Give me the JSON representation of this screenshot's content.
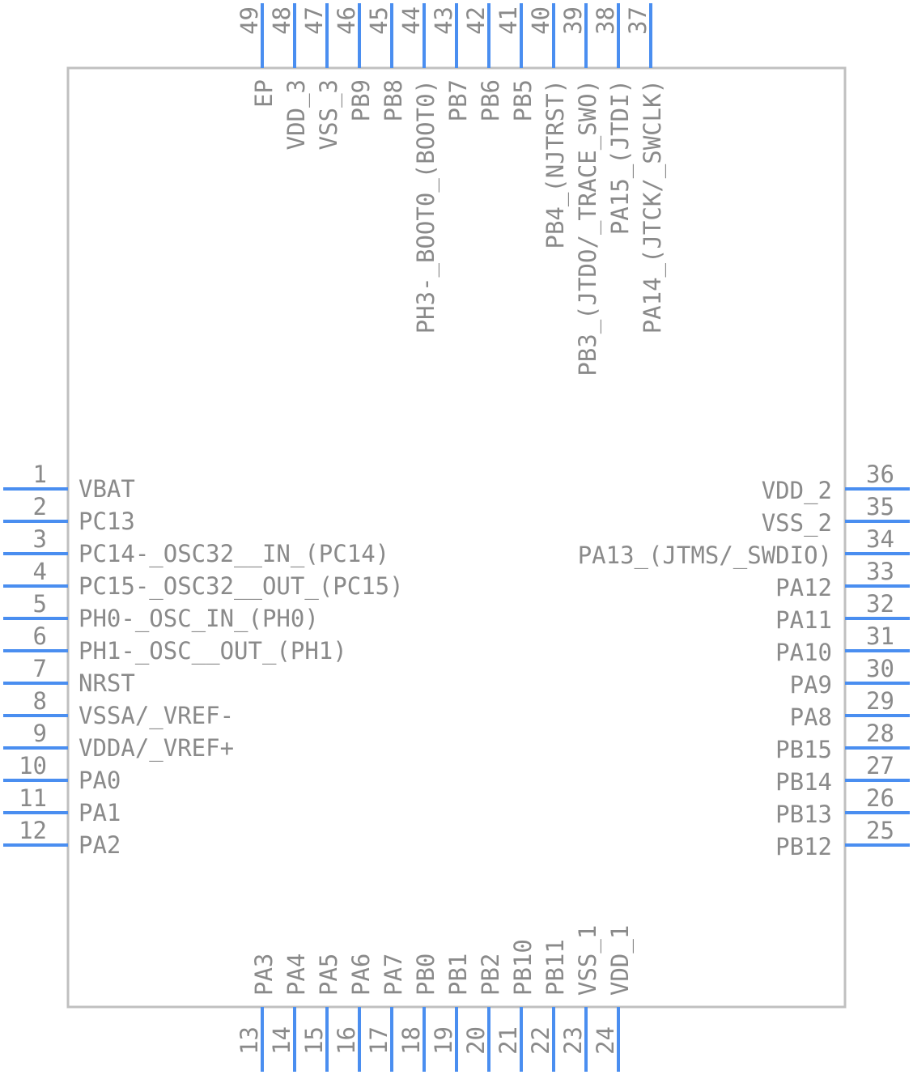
{
  "component": {
    "body_color": "#c0c0c0",
    "pin_color": "#4a8ef0",
    "text_color": "#8a8a8a",
    "left_pins": [
      {
        "num": "1",
        "name": "VBAT"
      },
      {
        "num": "2",
        "name": "PC13"
      },
      {
        "num": "3",
        "name": "PC14-_OSC32__IN_(PC14)"
      },
      {
        "num": "4",
        "name": "PC15-_OSC32__OUT_(PC15)"
      },
      {
        "num": "5",
        "name": "PH0-_OSC_IN_(PH0)"
      },
      {
        "num": "6",
        "name": "PH1-_OSC__OUT_(PH1)"
      },
      {
        "num": "7",
        "name": "NRST"
      },
      {
        "num": "8",
        "name": "VSSA/_VREF-"
      },
      {
        "num": "9",
        "name": "VDDA/_VREF+"
      },
      {
        "num": "10",
        "name": "PA0"
      },
      {
        "num": "11",
        "name": "PA1"
      },
      {
        "num": "12",
        "name": "PA2"
      }
    ],
    "bottom_pins": [
      {
        "num": "13",
        "name": "PA3"
      },
      {
        "num": "14",
        "name": "PA4"
      },
      {
        "num": "15",
        "name": "PA5"
      },
      {
        "num": "16",
        "name": "PA6"
      },
      {
        "num": "17",
        "name": "PA7"
      },
      {
        "num": "18",
        "name": "PB0"
      },
      {
        "num": "19",
        "name": "PB1"
      },
      {
        "num": "20",
        "name": "PB2"
      },
      {
        "num": "21",
        "name": "PB10"
      },
      {
        "num": "22",
        "name": "PB11"
      },
      {
        "num": "23",
        "name": "VSS_1"
      },
      {
        "num": "24",
        "name": "VDD_1"
      }
    ],
    "right_pins": [
      {
        "num": "36",
        "name": "VDD_2"
      },
      {
        "num": "35",
        "name": "VSS_2"
      },
      {
        "num": "34",
        "name": "PA13_(JTMS/_SWDIO)"
      },
      {
        "num": "33",
        "name": "PA12"
      },
      {
        "num": "32",
        "name": "PA11"
      },
      {
        "num": "31",
        "name": "PA10"
      },
      {
        "num": "30",
        "name": "PA9"
      },
      {
        "num": "29",
        "name": "PA8"
      },
      {
        "num": "28",
        "name": "PB15"
      },
      {
        "num": "27",
        "name": "PB14"
      },
      {
        "num": "26",
        "name": "PB13"
      },
      {
        "num": "25",
        "name": "PB12"
      }
    ],
    "top_pins": [
      {
        "num": "49",
        "name": "EP"
      },
      {
        "num": "48",
        "name": "VDD_3"
      },
      {
        "num": "47",
        "name": "VSS_3"
      },
      {
        "num": "46",
        "name": "PB9"
      },
      {
        "num": "45",
        "name": "PB8"
      },
      {
        "num": "44",
        "name": "PH3-_BOOT0_(BOOT0)"
      },
      {
        "num": "43",
        "name": "PB7"
      },
      {
        "num": "42",
        "name": "PB6"
      },
      {
        "num": "41",
        "name": "PB5"
      },
      {
        "num": "40",
        "name": "PB4_(NJTRST)"
      },
      {
        "num": "39",
        "name": "PB3_(JTDO/_TRACE_SWO)"
      },
      {
        "num": "38",
        "name": "PA15_(JTDI)"
      },
      {
        "num": "37",
        "name": "PA14_(JTCK/_SWCLK)"
      }
    ]
  }
}
